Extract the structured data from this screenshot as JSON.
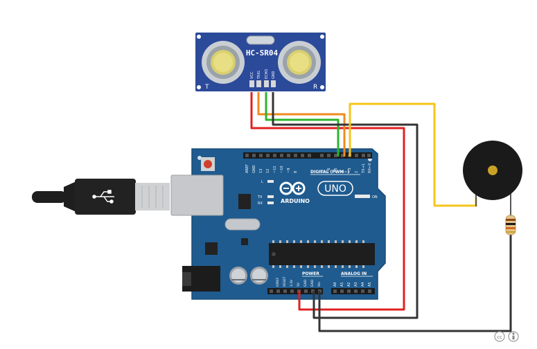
{
  "sensor": {
    "model": "HC-SR04",
    "transmitter_mark": "T",
    "receiver_mark": "R",
    "pins": [
      "VCC",
      "TRIG",
      "ECHO",
      "GND"
    ]
  },
  "board": {
    "brand": "ARDUINO",
    "model": "UNO",
    "digital_header": "DIGITAL (PWM~)",
    "digital_pins": [
      "AREF",
      "GND",
      "13",
      "12",
      "~11",
      "~10",
      "~9",
      "8",
      "7",
      "~6",
      "~5",
      "4",
      "~3",
      "2",
      "TX→1",
      "RX←0"
    ],
    "led_l": "L",
    "led_tx": "TX",
    "led_rx": "RX",
    "led_on": "ON",
    "power_header": "POWER",
    "power_pins": [
      "IOREF",
      "RESET",
      "3.3V",
      "5V",
      "GND",
      "GND",
      "Vin"
    ],
    "analog_header": "ANALOG IN",
    "analog_pins": [
      "A0",
      "A1",
      "A2",
      "A3",
      "A4",
      "A5"
    ]
  },
  "license_badge": {
    "cc": "cc"
  },
  "colors": {
    "board": "#1f5b8f",
    "sensor": "#2c4a9a",
    "wire_red": "#e02020",
    "wire_orange": "#f08a1e",
    "wire_green": "#2bb52b",
    "wire_black": "#333333",
    "wire_yellow": "#f5c518",
    "buzzer": "#1a1a1a"
  }
}
